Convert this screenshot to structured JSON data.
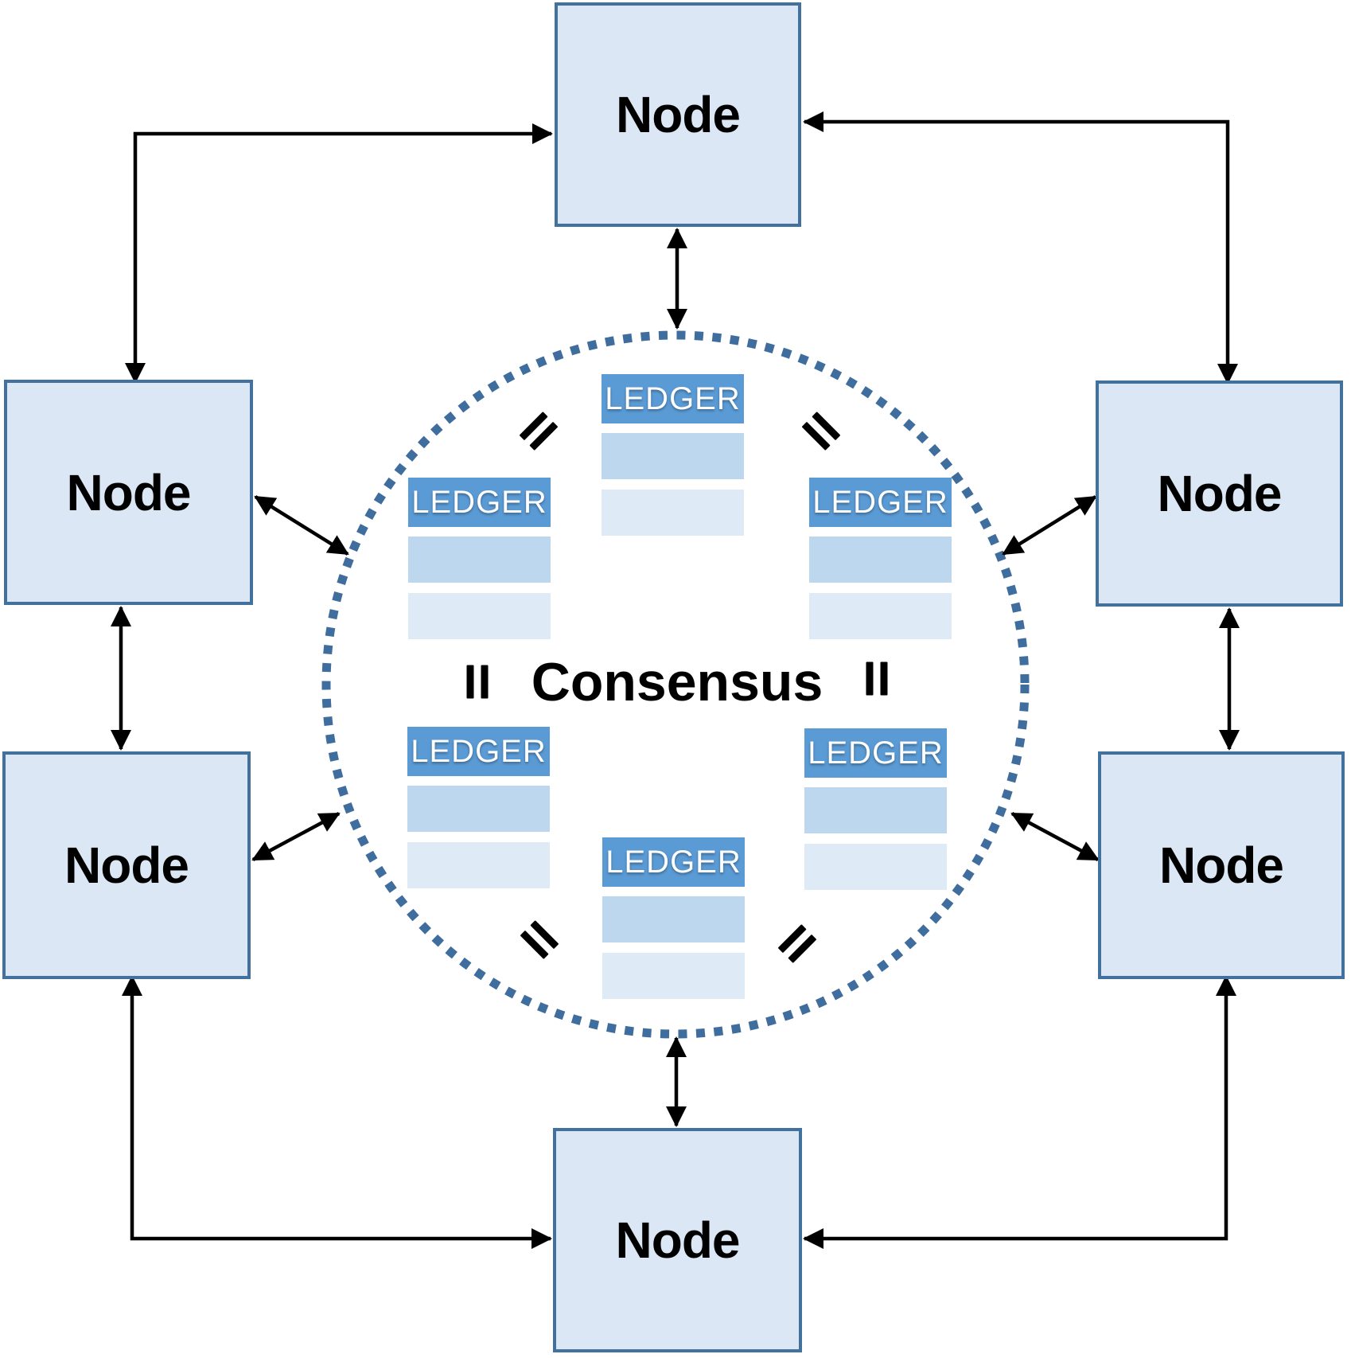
{
  "diagram": {
    "type": "network-consensus-diagram",
    "center_label": "Consensus",
    "nodes": [
      {
        "id": "node-top",
        "label": "Node"
      },
      {
        "id": "node-left-top",
        "label": "Node"
      },
      {
        "id": "node-right-top",
        "label": "Node"
      },
      {
        "id": "node-left-bottom",
        "label": "Node"
      },
      {
        "id": "node-right-bottom",
        "label": "Node"
      },
      {
        "id": "node-bottom",
        "label": "Node"
      }
    ],
    "ledgers": [
      {
        "id": "ledger-top-center",
        "label": "LEDGER",
        "rows": 2
      },
      {
        "id": "ledger-mid-left",
        "label": "LEDGER",
        "rows": 2
      },
      {
        "id": "ledger-mid-right",
        "label": "LEDGER",
        "rows": 2
      },
      {
        "id": "ledger-lower-left",
        "label": "LEDGER",
        "rows": 2
      },
      {
        "id": "ledger-lower-right",
        "label": "LEDGER",
        "rows": 2
      },
      {
        "id": "ledger-bottom-center",
        "label": "LEDGER",
        "rows": 2
      }
    ],
    "equals_marks": [
      {
        "id": "equals-top-left",
        "symbol": "="
      },
      {
        "id": "equals-top-right",
        "symbol": "="
      },
      {
        "id": "equals-mid-left",
        "symbol": "="
      },
      {
        "id": "equals-mid-right",
        "symbol": "="
      },
      {
        "id": "equals-bot-left",
        "symbol": "="
      },
      {
        "id": "equals-bot-right",
        "symbol": "="
      }
    ],
    "connections": "all node pairs adjacent on ring linked with double-headed arrows; each node linked to central consensus circle with double-headed arrow",
    "colors": {
      "node_fill": "#dbe7f4",
      "node_border": "#41719c",
      "ledger_header": "#5b9bd5",
      "ledger_row_medium": "#bdd7ee",
      "ledger_row_light": "#deebf7",
      "circle_dots": "#3e6d9e",
      "arrows": "#000000",
      "node_text": "#000000",
      "ledger_text": "#ffffff",
      "consensus_text": "#000000"
    }
  }
}
